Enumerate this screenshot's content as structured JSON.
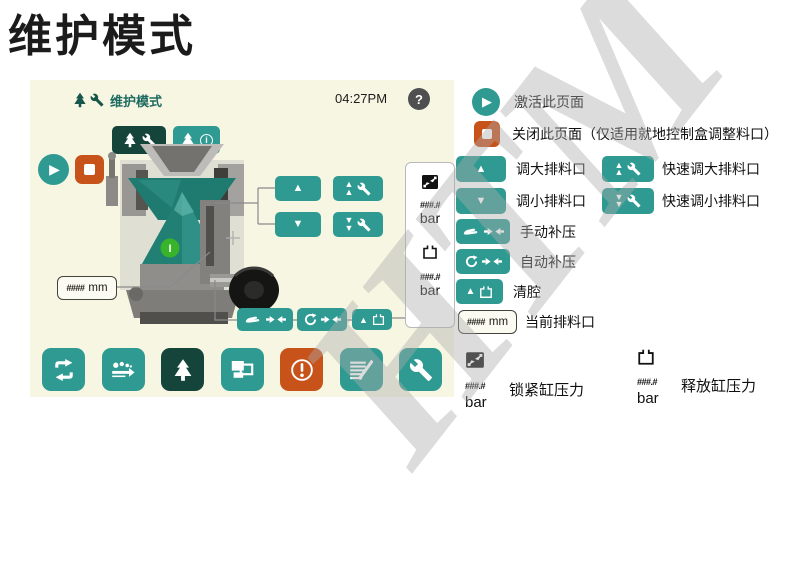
{
  "page_title": "维护模式",
  "watermark": "HTM",
  "panel": {
    "title": "维护模式",
    "time": "04:27PM",
    "help": "?",
    "indicator": "I",
    "gap_box": {
      "value": "####",
      "unit": "mm"
    },
    "lock_reading": {
      "value": "###.#",
      "unit": "bar"
    },
    "release_reading": {
      "value": "###.#",
      "unit": "bar"
    }
  },
  "legend": {
    "activate": "激活此页面",
    "close": "关闭此页面（仅适用就地控制盒调整料口）",
    "open_gap": "调大排料口",
    "fast_open_gap": "快速调大排料口",
    "close_gap": "调小排料口",
    "fast_close_gap": "快速调小排料口",
    "manual_pressure": "手动补压",
    "auto_pressure": "自动补压",
    "clear_cavity": "清腔",
    "current_gap": "当前排料口",
    "current_gap_box": {
      "value": "####",
      "unit": "mm"
    },
    "lock_pressure": {
      "label": "锁紧缸压力",
      "value": "###.#",
      "unit": "bar"
    },
    "release_pressure": {
      "label": "释放缸压力",
      "value": "###.#",
      "unit": "bar"
    }
  },
  "colors": {
    "teal": "#2F9A92",
    "dark_teal": "#15443B",
    "orange": "#C7521A",
    "panel_bg": "#F7F6E3",
    "header_text": "#1D6B60",
    "indicator_green": "#38B42A"
  },
  "icons": {
    "maintenance-icon": "cone+wrench",
    "info-icon": "cone+circled-i",
    "play-icon": "▶",
    "stop-icon": "■",
    "up-icon": "▲",
    "down-icon": "▼",
    "fast-up-icon": "▲▲+wrench",
    "fast-down-icon": "▼▼+wrench",
    "manual-pressure-icon": "hand+compress-arrows",
    "auto-pressure-icon": "cycle+compress-arrows",
    "clear-cavity-icon": "▲+clamp",
    "lock-cylinder-icon": "filled-clamp-with-arrows",
    "release-cylinder-icon": "clamp-outline",
    "help-icon": "?",
    "loop-icon": "recycle-loop",
    "feed-icon": "rocks+arrow",
    "crusher-icon": "cone",
    "screens-icon": "overlapping-windows",
    "alarm-icon": "exclamation-circle",
    "report-icon": "lines+pen",
    "wrench-icon": "wrench",
    "crosshair-icon": "+"
  }
}
